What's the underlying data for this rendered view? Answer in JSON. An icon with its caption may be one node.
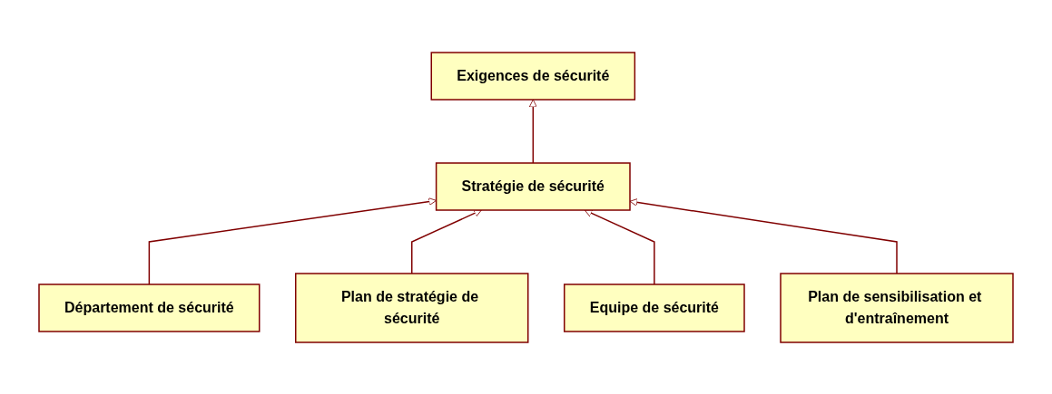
{
  "diagram": {
    "nodes": [
      {
        "text": [
          "Exigences de sécurité"
        ]
      },
      {
        "text": [
          "Stratégie de sécurité"
        ]
      },
      {
        "text": [
          "Département de sécurité"
        ]
      },
      {
        "text": [
          "Plan de stratégie de sécurité"
        ]
      },
      {
        "text": [
          "Equipe de sécurité"
        ]
      },
      {
        "text": [
          "Plan de sensibilisation et d'entraînement"
        ]
      }
    ],
    "edges": [
      {
        "from": 1,
        "to": 0,
        "arrow": "to"
      },
      {
        "from": 2,
        "to": 1,
        "arrow": "to"
      },
      {
        "from": 3,
        "to": 1,
        "arrow": "to"
      },
      {
        "from": 4,
        "to": 1,
        "arrow": "to"
      },
      {
        "from": 5,
        "to": 1,
        "arrow": "to"
      }
    ]
  }
}
